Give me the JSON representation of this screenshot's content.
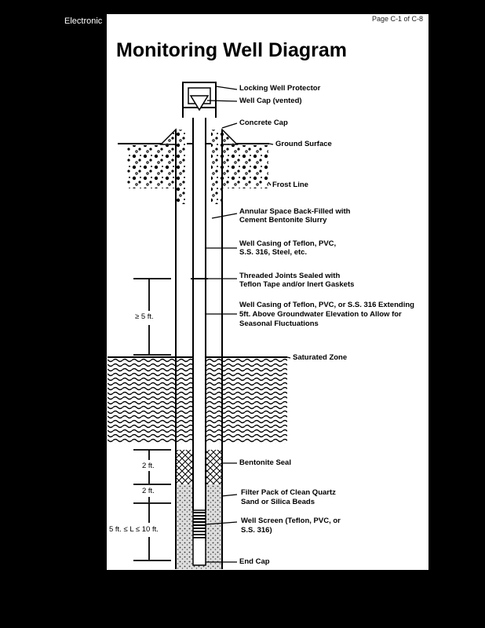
{
  "header": {
    "left_label": "Electronic",
    "page_number": "Page C-1 of C-8"
  },
  "diagram": {
    "title": "Monitoring Well Diagram",
    "labels": {
      "locking_protector": "Locking Well Protector",
      "well_cap": "Well Cap (vented)",
      "concrete_cap": "Concrete Cap",
      "ground_surface": "Ground Surface",
      "frost_line": "Frost Line",
      "annular_line1": "Annular Space Back-Filled with",
      "annular_line2": "Cement Bentonite Slurry",
      "casing_line1": "Well Casing of Teflon, PVC,",
      "casing_line2": "S.S. 316, Steel, etc.",
      "joints_line1": "Threaded Joints Sealed with",
      "joints_line2": "Teflon Tape and/or Inert Gaskets",
      "extend_line1": "Well Casing of Teflon, PVC, or S.S. 316 Extending",
      "extend_line2": "5ft. Above Groundwater Elevation to Allow for",
      "extend_line3": "Seasonal Fluctuations",
      "saturated_zone": "Saturated Zone",
      "bentonite_seal": "Bentonite Seal",
      "filter_line1": "Filter Pack of Clean Quartz",
      "filter_line2": "Sand or Silica Beads",
      "screen_line1": "Well Screen (Teflon, PVC, or",
      "screen_line2": "S.S. 316)",
      "end_cap": "End Cap"
    },
    "dimensions": {
      "above_water": "≥ 5 ft.",
      "seal": "2 ft.",
      "filter_top": "2 ft.",
      "screen": "5 ft. ≤ L ≤ 10 ft."
    }
  }
}
